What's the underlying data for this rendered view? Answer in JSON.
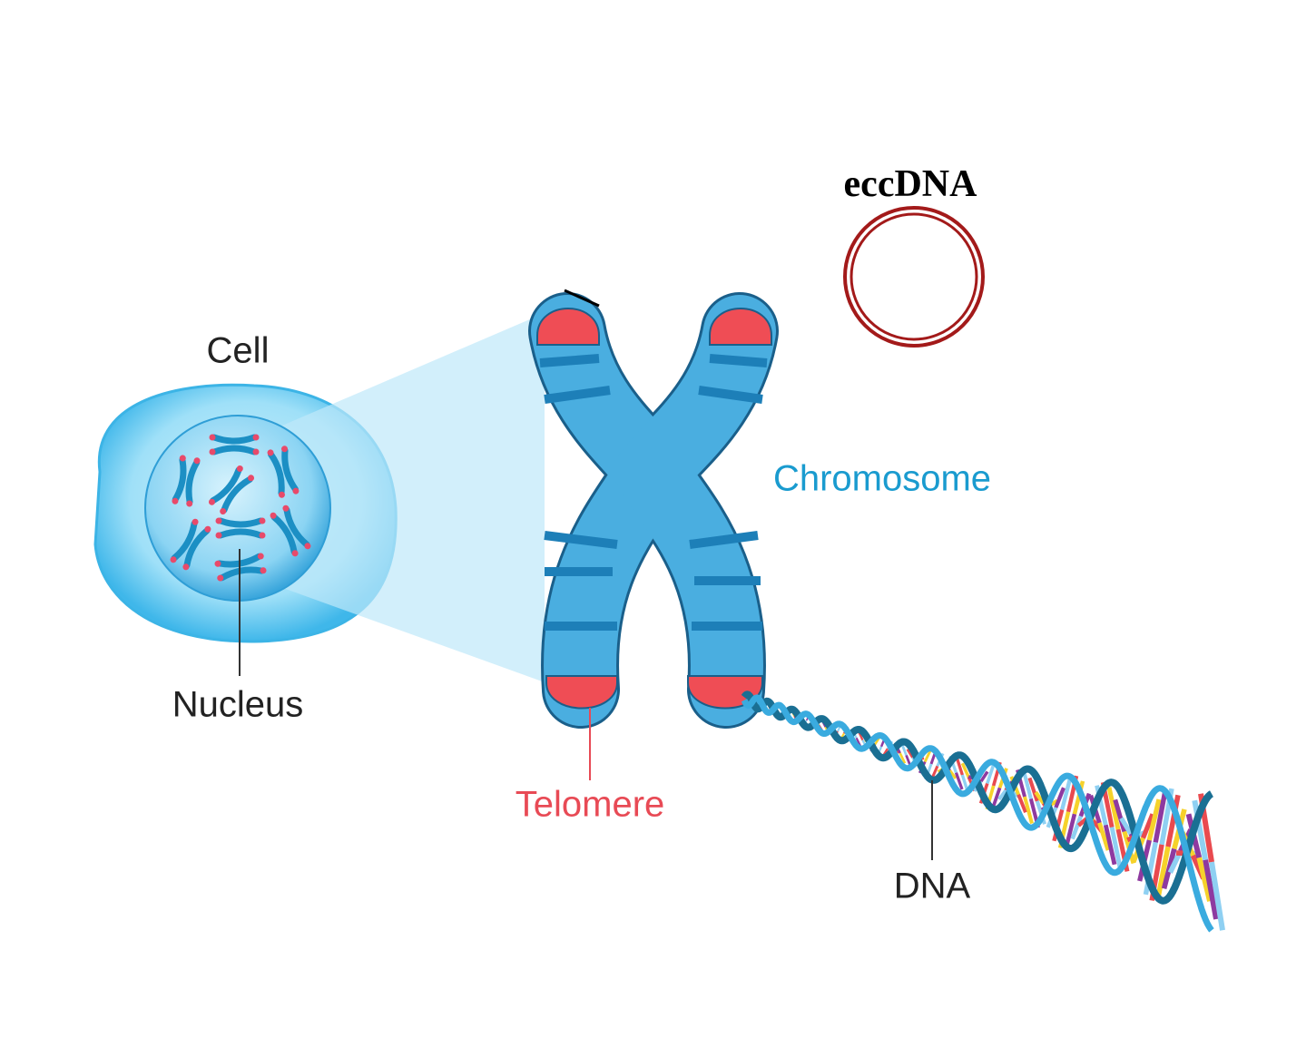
{
  "labels": {
    "cell": "Cell",
    "nucleus": "Nucleus",
    "chromosome": "Chromosome",
    "telomere": "Telomere",
    "dna": "DNA",
    "eccdna": "eccDNA"
  },
  "colors": {
    "cell_outer": "#5ec8f0",
    "cell_inner": "#a6e2f8",
    "chromosome": "#4aaee0",
    "chromosome_dark": "#1d7fb8",
    "telomere": "#ef4d55",
    "chromosome_label": "#1a9bcf",
    "telomere_label": "#e84a55",
    "eccdna_ring": "#a31a1a",
    "dna_bases": [
      "#e94a4f",
      "#f6d22b",
      "#8e3aa0",
      "#8fd0f2"
    ]
  }
}
